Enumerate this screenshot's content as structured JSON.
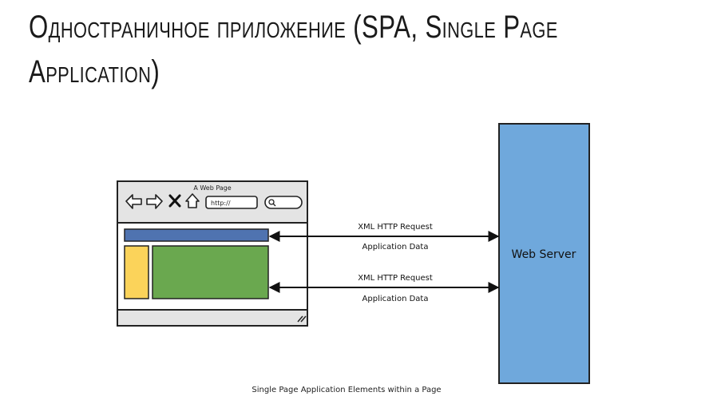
{
  "slide": {
    "title_line1": "Одностраничное приложение (SPA, Single Page",
    "title_line2": "Application)"
  },
  "browser": {
    "window_title": "A Web Page",
    "url": "http://",
    "icons": [
      "back-arrow-icon",
      "forward-arrow-icon",
      "close-icon",
      "home-icon",
      "search-icon",
      "resize-grip-icon"
    ]
  },
  "connections": [
    {
      "request": "XML HTTP Request",
      "response": "Application Data"
    },
    {
      "request": "XML HTTP Request",
      "response": "Application Data"
    }
  ],
  "server": {
    "label": "Web Server"
  },
  "caption": "Single Page Application Elements within a Page",
  "colors": {
    "header_bar": "#4f73b0",
    "sidebar": "#fbd35a",
    "content": "#6aa84f",
    "server": "#6fa8dc",
    "browser_chrome": "#e4e4e4"
  }
}
